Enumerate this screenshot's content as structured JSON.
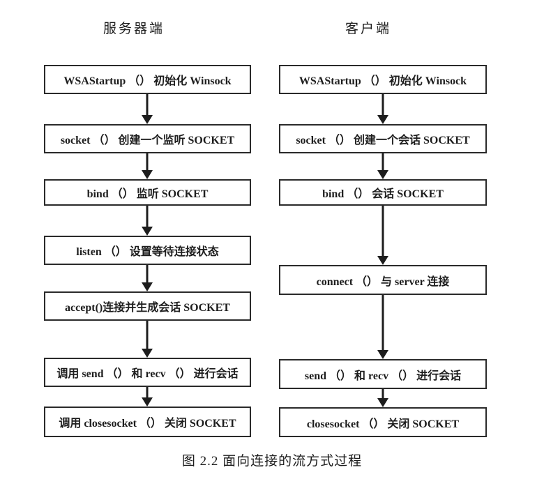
{
  "colors": {
    "ink": "#1d1d1d",
    "box_border": "#2a2a2a",
    "background": "#ffffff"
  },
  "columns": [
    {
      "id": "server",
      "header": "服务器端",
      "steps": [
        "WSAStartup （） 初始化 Winsock",
        "socket （） 创建一个监听 SOCKET",
        "bind （） 监听 SOCKET",
        "listen （） 设置等待连接状态",
        "accept()连接并生成会话 SOCKET",
        "调用 send （） 和 recv （） 进行会话",
        "调用 closesocket （） 关闭 SOCKET"
      ]
    },
    {
      "id": "client",
      "header": "客户端",
      "steps": [
        "WSAStartup （） 初始化 Winsock",
        "socket （） 创建一个会话 SOCKET",
        "bind （） 会话 SOCKET",
        "connect （） 与 server 连接",
        "send （） 和 recv （） 进行会话",
        "closesocket （） 关闭 SOCKET"
      ]
    }
  ],
  "caption": "图 2.2 面向连接的流方式过程"
}
